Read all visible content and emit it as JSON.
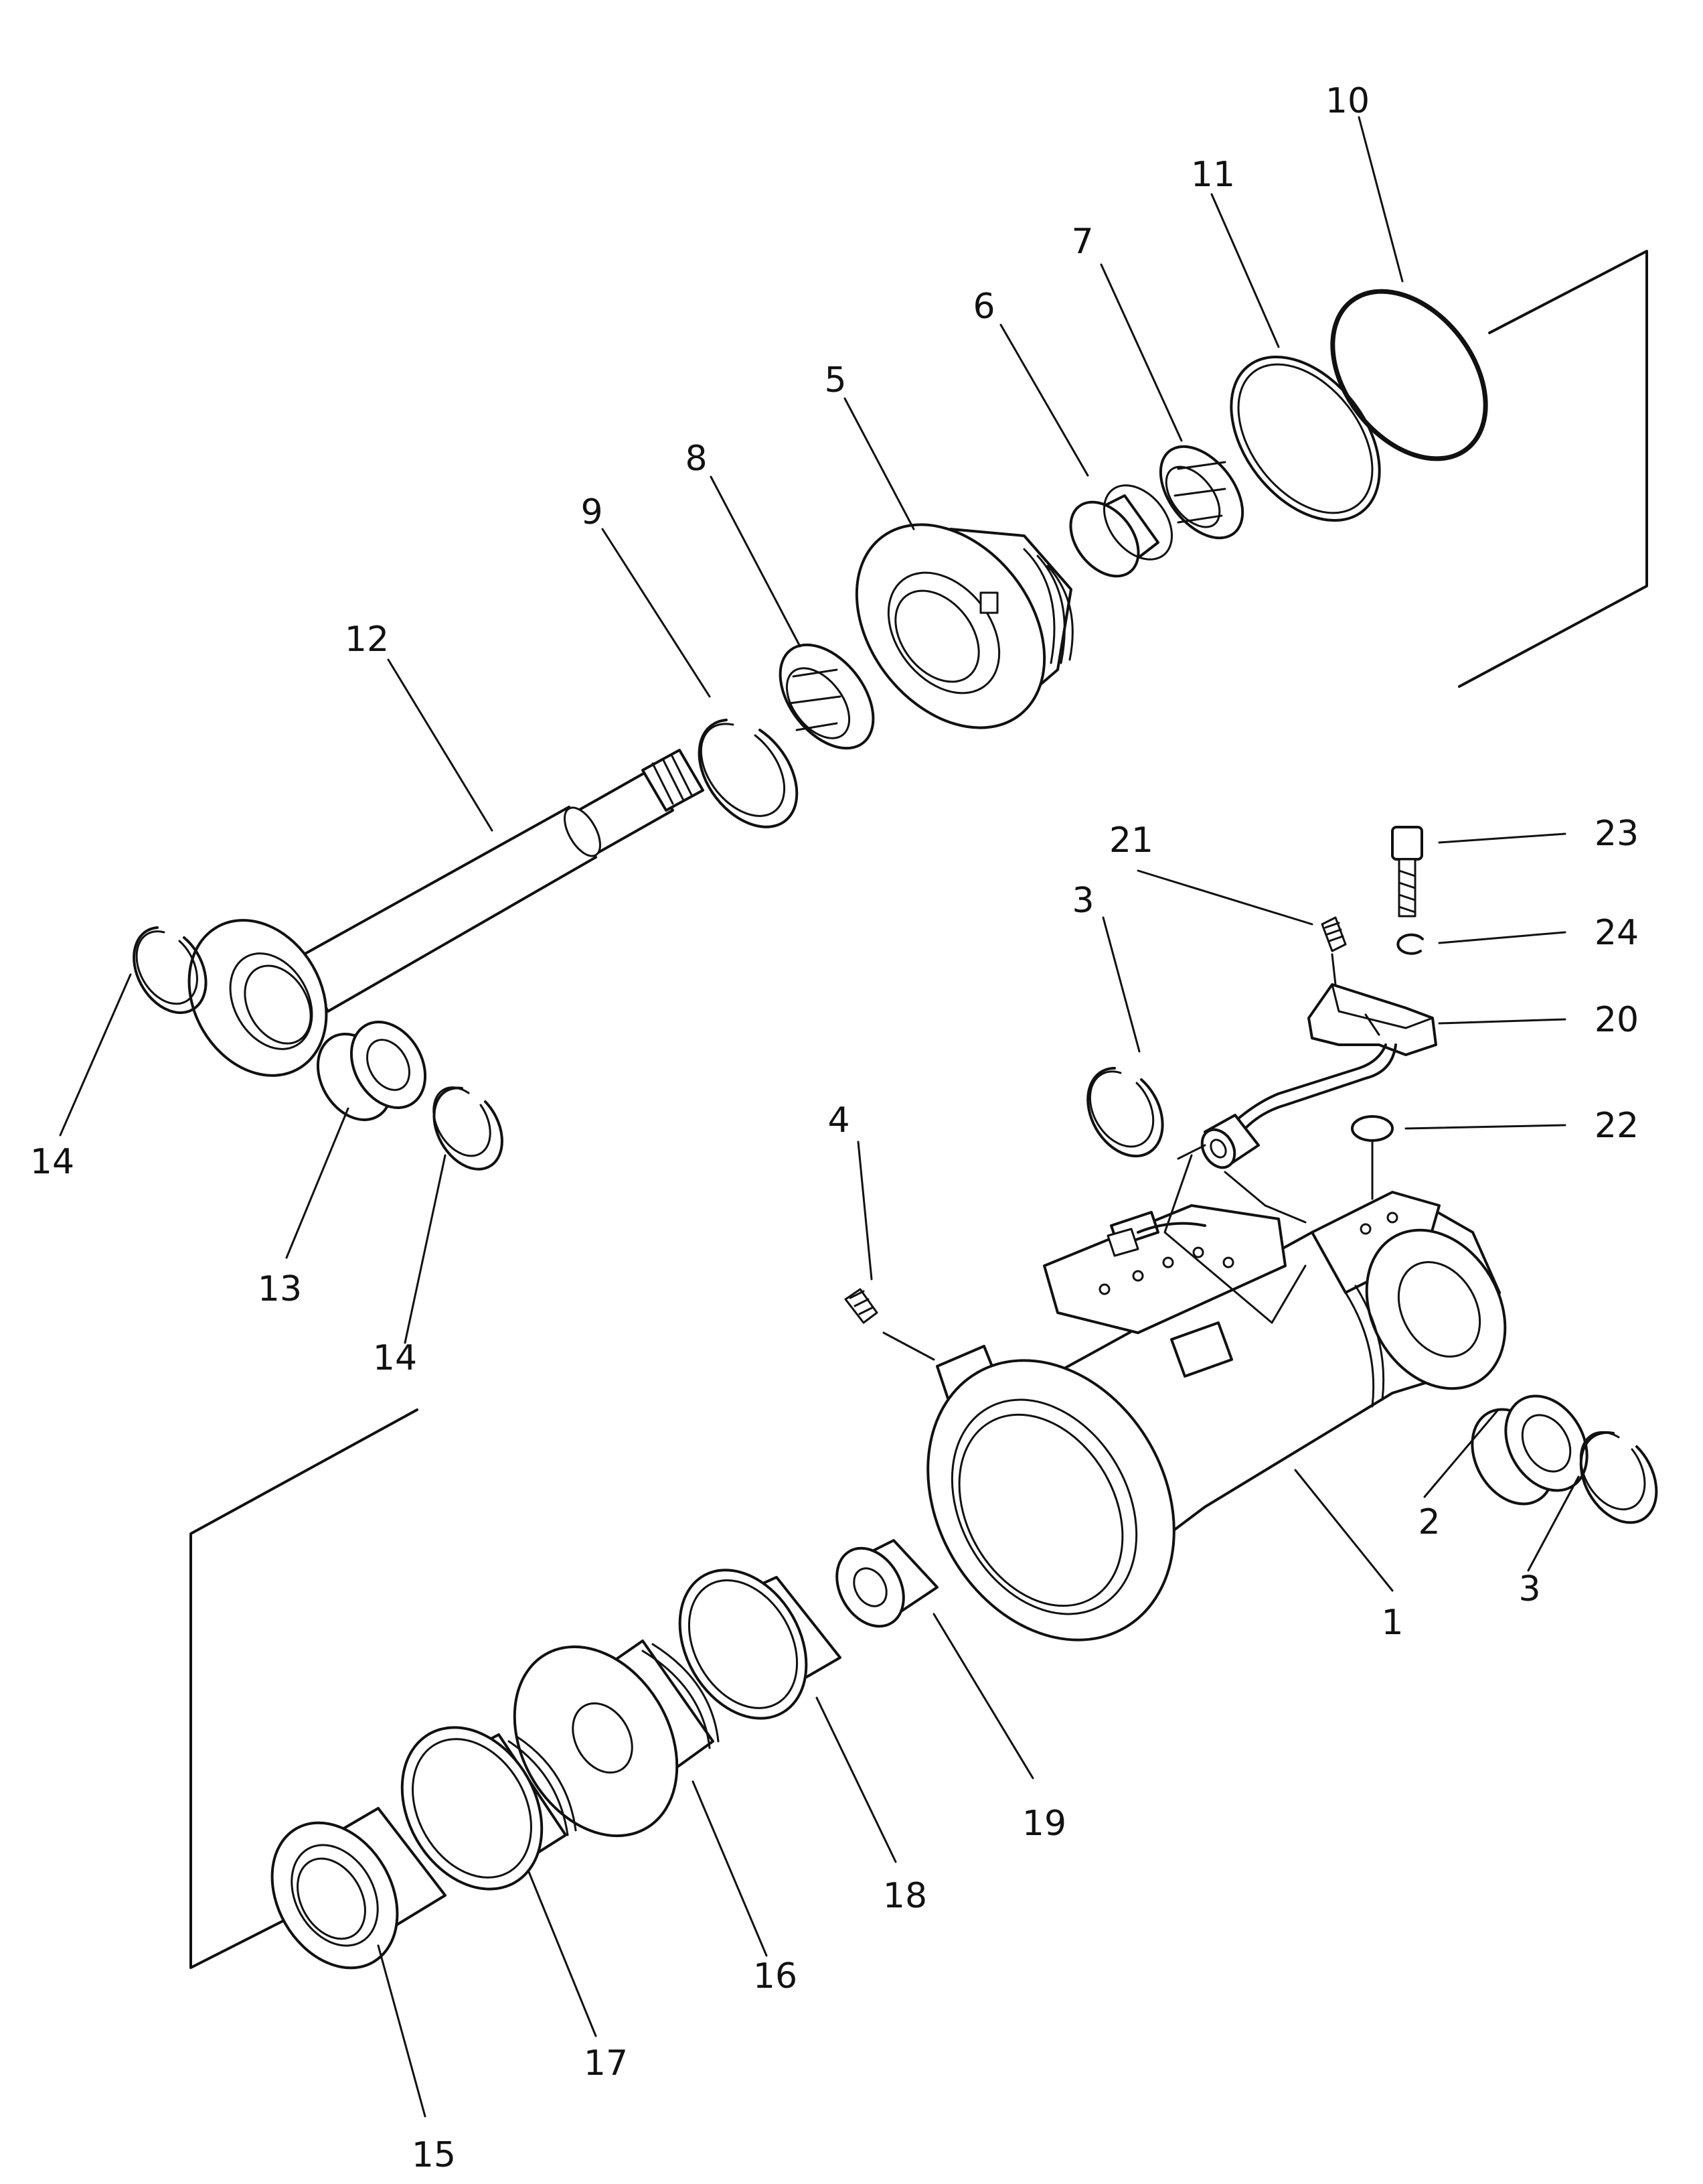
{
  "figure": {
    "callouts": [
      {
        "id": "c1",
        "label": "1"
      },
      {
        "id": "c2",
        "label": "2"
      },
      {
        "id": "c3a",
        "label": "3"
      },
      {
        "id": "c3b",
        "label": "3"
      },
      {
        "id": "c4",
        "label": "4"
      },
      {
        "id": "c5",
        "label": "5"
      },
      {
        "id": "c6",
        "label": "6"
      },
      {
        "id": "c7",
        "label": "7"
      },
      {
        "id": "c8",
        "label": "8"
      },
      {
        "id": "c9",
        "label": "9"
      },
      {
        "id": "c10",
        "label": "10"
      },
      {
        "id": "c11",
        "label": "11"
      },
      {
        "id": "c12",
        "label": "12"
      },
      {
        "id": "c13",
        "label": "13"
      },
      {
        "id": "c14a",
        "label": "14"
      },
      {
        "id": "c14b",
        "label": "14"
      },
      {
        "id": "c15",
        "label": "15"
      },
      {
        "id": "c16",
        "label": "16"
      },
      {
        "id": "c17",
        "label": "17"
      },
      {
        "id": "c18",
        "label": "18"
      },
      {
        "id": "c19",
        "label": "19"
      },
      {
        "id": "c20",
        "label": "20"
      },
      {
        "id": "c21",
        "label": "21"
      },
      {
        "id": "c22",
        "label": "22"
      },
      {
        "id": "c23",
        "label": "23"
      },
      {
        "id": "c24",
        "label": "24"
      }
    ]
  }
}
